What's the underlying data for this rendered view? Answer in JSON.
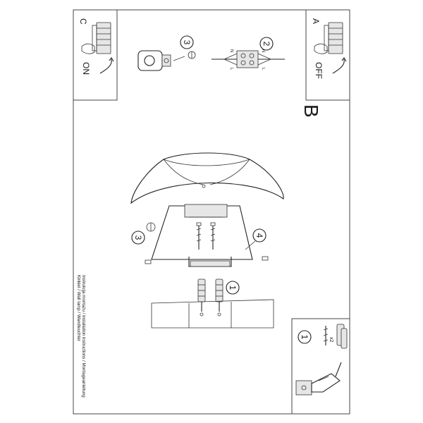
{
  "panels": {
    "panel_c": {
      "letter": "C",
      "caption": "ON"
    },
    "panel_a": {
      "letter": "A",
      "caption": "OFF"
    },
    "main": {
      "letter": "B"
    },
    "tools_panel": {
      "step": "1",
      "qty": "x2"
    }
  },
  "steps": {
    "wiring": "2",
    "cover_top": "3",
    "cover_side": "3",
    "bracket": "4",
    "anchors": "1"
  },
  "wire_labels": {
    "n_left": "N",
    "l_left": "L",
    "n_right": "N",
    "l_right": "L"
  },
  "manual_text": {
    "line1": "Instrukcja montażu / installation instructions / Montageanleitung",
    "line2": "Kinkiet / Wall lamp / Wandleuchter"
  }
}
